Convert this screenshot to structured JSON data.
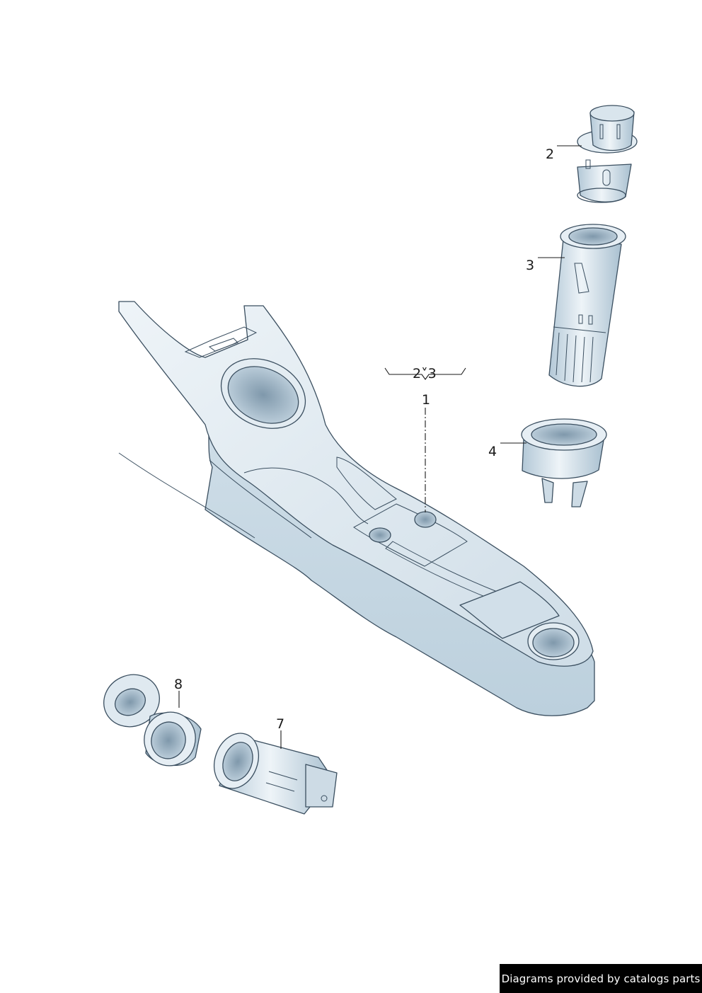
{
  "callouts": {
    "c1": "1",
    "c2": "2",
    "c3": "3",
    "c4": "4",
    "c7": "7",
    "c8": "8",
    "group": "2˅3"
  },
  "footer": {
    "credit": "Diagrams provided by catalogs parts"
  },
  "colors": {
    "part_fill": "#dbe7ef",
    "part_shade": "#b8cddb",
    "part_dark": "#8fa9bb",
    "outline": "#3b4f60"
  }
}
